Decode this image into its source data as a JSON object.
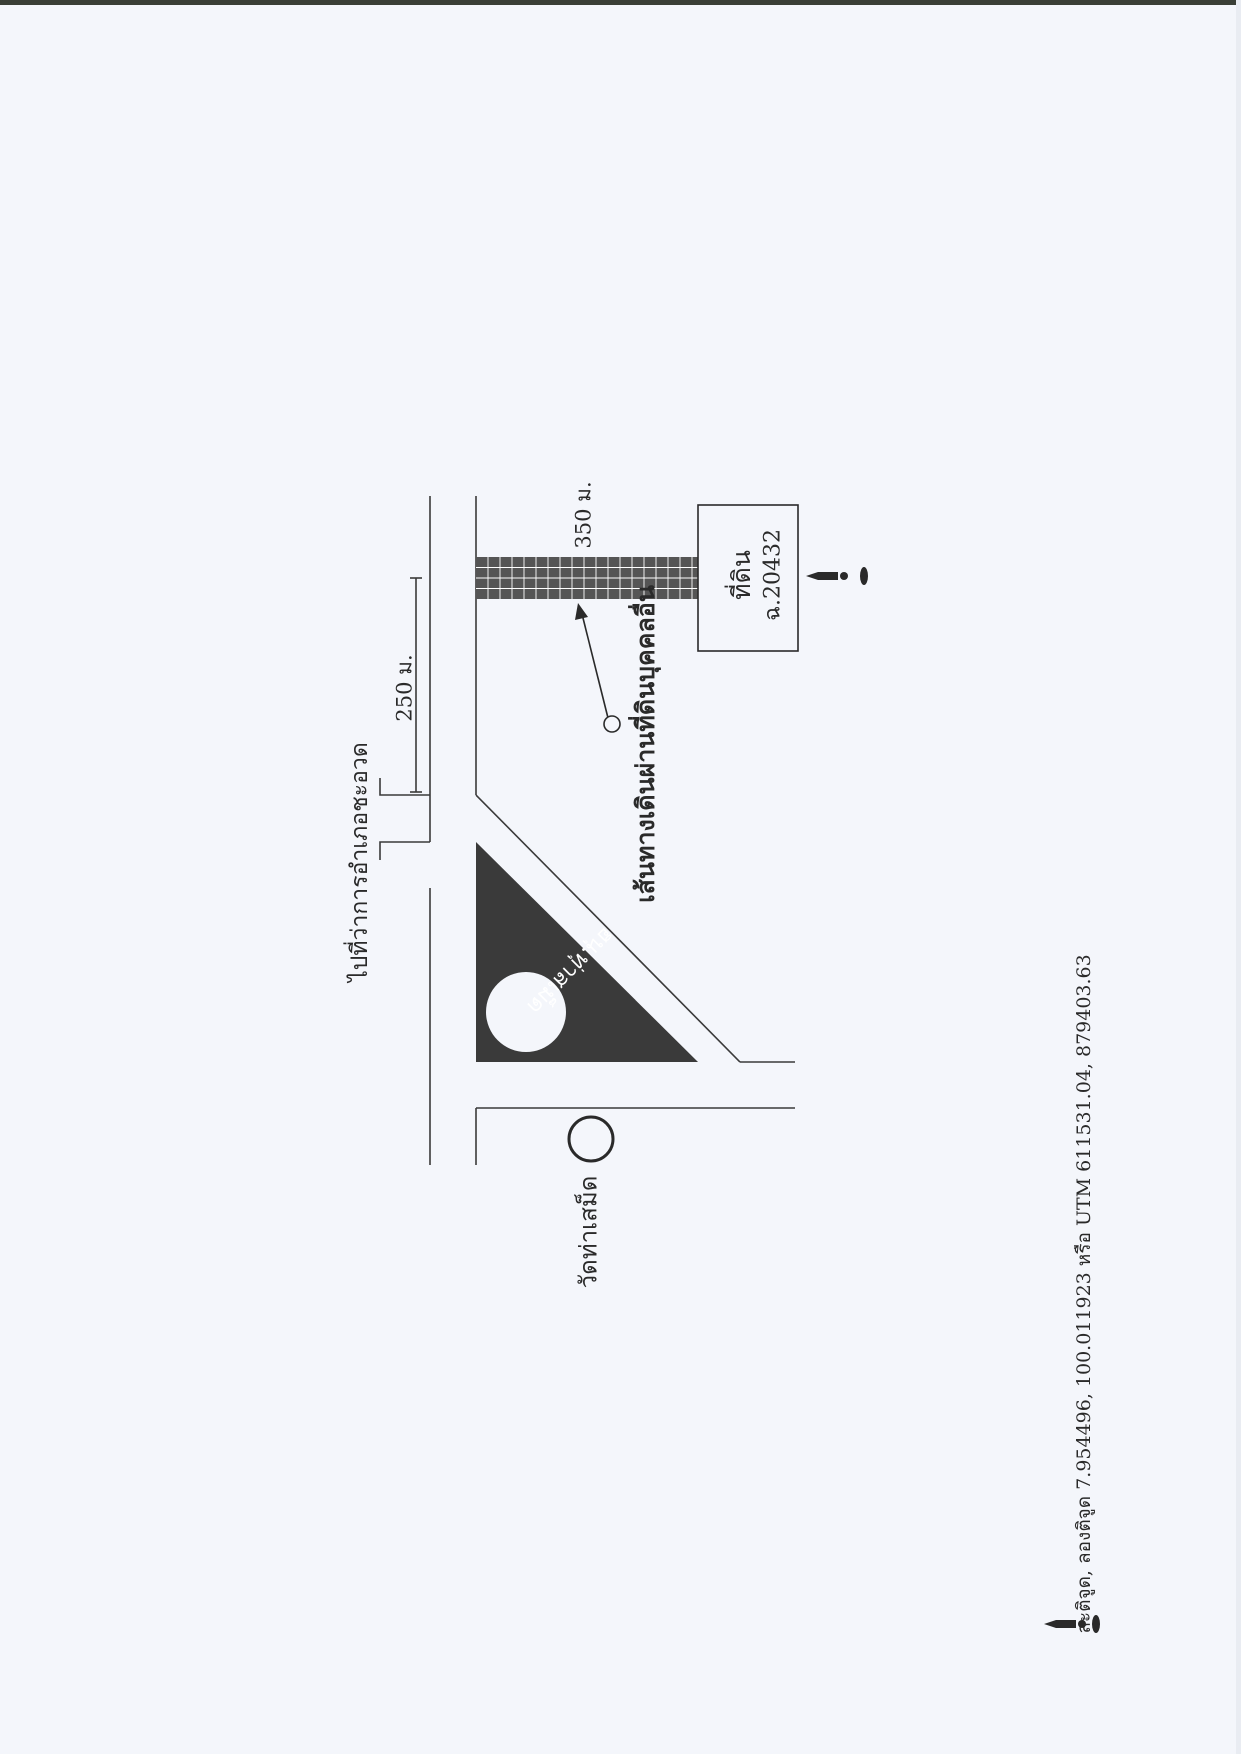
{
  "map": {
    "labels": {
      "district_office_direction": "ไปที่ว่าการอำเภอชะอวด",
      "distance_main_road": "250 ม.",
      "distance_walkway": "350 ม.",
      "walkway_note": "เส้นทางเดินผ่านที่ดินบุคคลอื่น",
      "plot_title": "ที่ดิน",
      "plot_number": "ฉ.20432",
      "temple": "วัดท่าเสม็ด",
      "school": "ฮนุ.ทุ่าสเม็ด"
    },
    "coordinates_note": "ละติจูด, ลองติจูด 7.954496, 100.011923 หรือ UTM 611531.04, 879403.63"
  },
  "colors": {
    "ink": "#2a2a2a",
    "paper": "#f4f6fb",
    "fill": "#3a3a3a",
    "walkway": "#555555"
  },
  "icons": [
    "north-arrow-icon",
    "north-arrow-icon"
  ]
}
